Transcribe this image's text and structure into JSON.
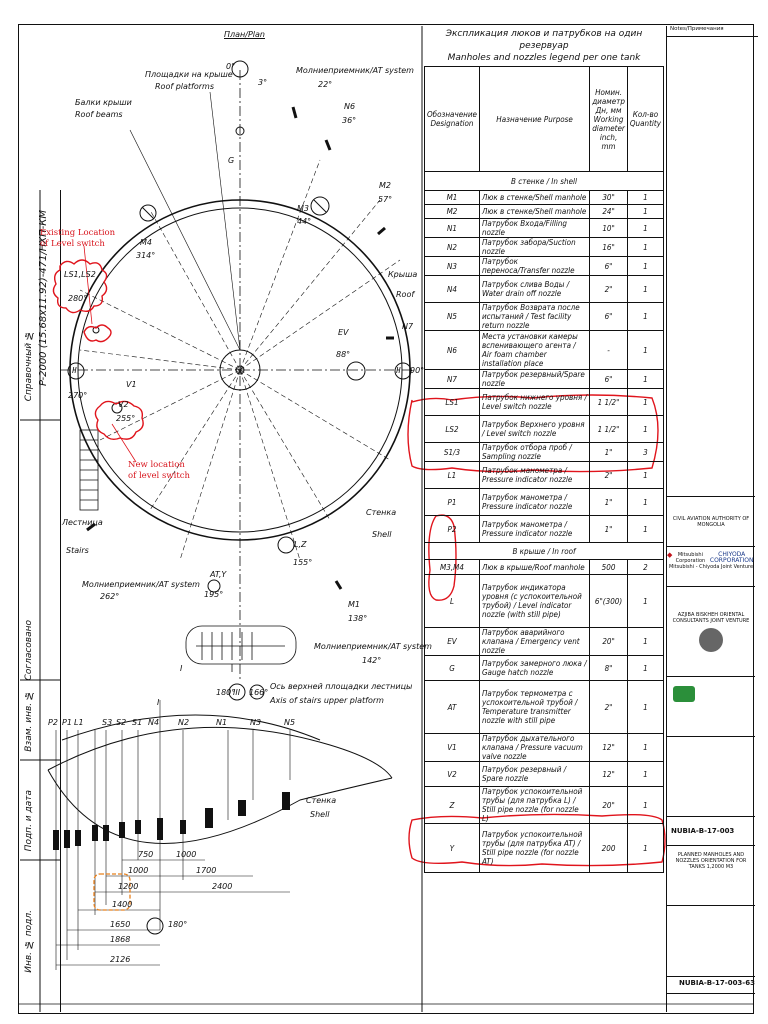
{
  "plan": {
    "title": "План/Plan",
    "roof_platforms": [
      "Площадки на крыше",
      "Roof platforms"
    ],
    "roof_beams": [
      "Балки крыши",
      "Roof beams"
    ],
    "at_system_top": [
      "Молниеприемник/AT system",
      "22°"
    ],
    "at_system_left": [
      "Молниеприемник/AT system",
      "262°"
    ],
    "at_system_bottom": [
      "Молниеприемник/AT system",
      "142°"
    ],
    "roof": [
      "Крыша",
      "Roof"
    ],
    "shell": [
      "Стенка",
      "Shell"
    ],
    "stairs": [
      "Лестница",
      "Stairs"
    ],
    "stairs_axis": [
      "Ось верхней площадки лестницы",
      "Axis of stairs upper platform"
    ],
    "angle_0": "0°",
    "angle_3": "3°",
    "angle_90": "90°",
    "angle_270": "270°",
    "angle_180": "180°",
    "angle_166": "166°",
    "n6": [
      "N6",
      "36°"
    ],
    "m2": [
      "M2",
      "57°"
    ],
    "m3": [
      "M3",
      "44°"
    ],
    "m4": [
      "M4",
      "314°"
    ],
    "n7": "N7",
    "ev": [
      "EV",
      "88°"
    ],
    "g": "G",
    "v1": "V1",
    "v2": [
      "V2",
      "255°"
    ],
    "ls": [
      "LS1,LS2",
      "280°"
    ],
    "lz": [
      "L,Z",
      "155°"
    ],
    "aty": [
      "AT,Y",
      "195°"
    ],
    "m1": [
      "M1",
      "138°"
    ],
    "roman_1": "I",
    "roman_2": "II",
    "roman_3": "III",
    "existing_location": [
      "Existing Location",
      "of Level switch"
    ],
    "new_location": [
      "New location",
      "of level switch"
    ]
  },
  "elevation": {
    "nozzles": [
      "P2",
      "P1",
      "L1",
      "S3",
      "S2",
      "S1",
      "N4",
      "N2",
      "N1",
      "N3",
      "N5"
    ],
    "roman": "I",
    "shell": [
      "Стенка",
      "Shell"
    ],
    "dims": [
      "750",
      "1000",
      "1000",
      "1700",
      "1200",
      "2400",
      "1400",
      "1650",
      "1868",
      "2126"
    ],
    "angle": "180°"
  },
  "left_strip": {
    "ref": "Справочный №",
    "doc": "P-2000 (15.68x11.92)-471/НХП-КМ",
    "agreed": "Согласовано",
    "inv_sub": "Взам. инв. №",
    "sign": "Подп. и дата",
    "inv_orig": "Инв. № подл."
  },
  "table": {
    "title_ru": "Экспликация люков и патрубков на один резервуар",
    "title_en": "Manholes and nozzles legend per one tank",
    "headers": {
      "designation": "Обозначение Designation",
      "purpose": "Назначение Purpose",
      "diameter": "Номин. диаметр Дн, мм Working diameter inch, mm",
      "quantity": "Кол-во Quantity"
    },
    "section_shell": "В стенке / In shell",
    "section_roof": "В крыше / In roof",
    "rows_shell": [
      {
        "id": "M1",
        "purpose": "Люк в стенке/Shell manhole",
        "dia": "30\"",
        "qty": "1"
      },
      {
        "id": "M2",
        "purpose": "Люк в стенке/Shell manhole",
        "dia": "24\"",
        "qty": "1"
      },
      {
        "id": "N1",
        "purpose": "Патрубок Входа/Filling nozzle",
        "dia": "10\"",
        "qty": "1"
      },
      {
        "id": "N2",
        "purpose": "Патрубок забора/Suction nozzle",
        "dia": "16\"",
        "qty": "1"
      },
      {
        "id": "N3",
        "purpose": "Патрубок переноса/Transfer nozzle",
        "dia": "6\"",
        "qty": "1"
      },
      {
        "id": "N4",
        "purpose": "Патрубок слива Воды / Water drain off nozzle",
        "dia": "2\"",
        "qty": "1"
      },
      {
        "id": "N5",
        "purpose": "Патрубок Возврата после испытаний / Test facility return nozzle",
        "dia": "6\"",
        "qty": "1"
      },
      {
        "id": "N6",
        "purpose": "Места установки камеры вспенивающего агента / Air foam chamber installation place",
        "dia": "-",
        "qty": "1"
      },
      {
        "id": "N7",
        "purpose": "Патрубок резервный/Spare nozzle",
        "dia": "6\"",
        "qty": "1"
      },
      {
        "id": "LS1",
        "purpose": "Патрубок нижнего уровня / Level switch nozzle",
        "dia": "1 1/2\"",
        "qty": "1"
      },
      {
        "id": "LS2",
        "purpose": "Патрубок Верхнего уровня / Level switch nozzle",
        "dia": "1 1/2\"",
        "qty": "1"
      },
      {
        "id": "S1/3",
        "purpose": "Патрубок отбора проб / Sampling nozzle",
        "dia": "1\"",
        "qty": "3"
      },
      {
        "id": "L1",
        "purpose": "Патрубок манометра / Pressure indicator nozzle",
        "dia": "2\"",
        "qty": "1"
      },
      {
        "id": "P1",
        "purpose": "Патрубок манометра / Pressure indicator nozzle",
        "dia": "1\"",
        "qty": "1"
      },
      {
        "id": "P2",
        "purpose": "Патрубок манометра / Pressure indicator nozzle",
        "dia": "1\"",
        "qty": "1"
      }
    ],
    "rows_roof": [
      {
        "id": "M3,M4",
        "purpose": "Люк в крыше/Roof manhole",
        "dia": "500",
        "qty": "2"
      },
      {
        "id": "L",
        "purpose": "Патрубок индикатора уровня (с успокоительной трубой) / Level indicator nozzle (with still pipe)",
        "dia": "6\"(300)",
        "qty": "1"
      },
      {
        "id": "EV",
        "purpose": "Патрубок аварийного клапана / Emergency vent nozzle",
        "dia": "20\"",
        "qty": "1"
      },
      {
        "id": "G",
        "purpose": "Патрубок замерного люка / Gauge hatch nozzle",
        "dia": "8\"",
        "qty": "1"
      },
      {
        "id": "AT",
        "purpose": "Патрубок термометра с успокоительной трубой / Temperature transmitter nozzle with still pipe",
        "dia": "2\"",
        "qty": "1"
      },
      {
        "id": "V1",
        "purpose": "Патрубок дыхательного клапана / Pressure vacuum valve nozzle",
        "dia": "12\"",
        "qty": "1"
      },
      {
        "id": "V2",
        "purpose": "Патрубок резервный / Spare nozzle",
        "dia": "12\"",
        "qty": "1"
      },
      {
        "id": "Z",
        "purpose": "Патрубок успокоительной трубы (для патрубка L) / Still pipe nozzle (for nozzle L)",
        "dia": "20\"",
        "qty": "1"
      },
      {
        "id": "Y",
        "purpose": "Патрубок успокоительной трубы (для патрубка AT) / Still pipe nozzle (for nozzle AT)",
        "dia": "200",
        "qty": "1"
      }
    ]
  },
  "title_block": {
    "notes": "Notes/Примечания",
    "authority": "CIVIL AVIATION AUTHORITY OF MONGOLIA",
    "contractor": "Mitsubishi - Chiyoda Joint Venture",
    "mitsubishi": "Mitsubishi Corporation",
    "chiyoda": "CHIYODA CORPORATION",
    "jv": "AZJIBA BISKHEH ORIENTAL CONSULTANTS JOINT VENTURE",
    "project_id": "NUBIA-B-17-003",
    "drawing_id": "NUBIA-B-17-003-63",
    "drawing_title": "PLANNED MANHOLES AND NOZZLES ORIENTATION FOR TANKS 1,2000 M3"
  }
}
